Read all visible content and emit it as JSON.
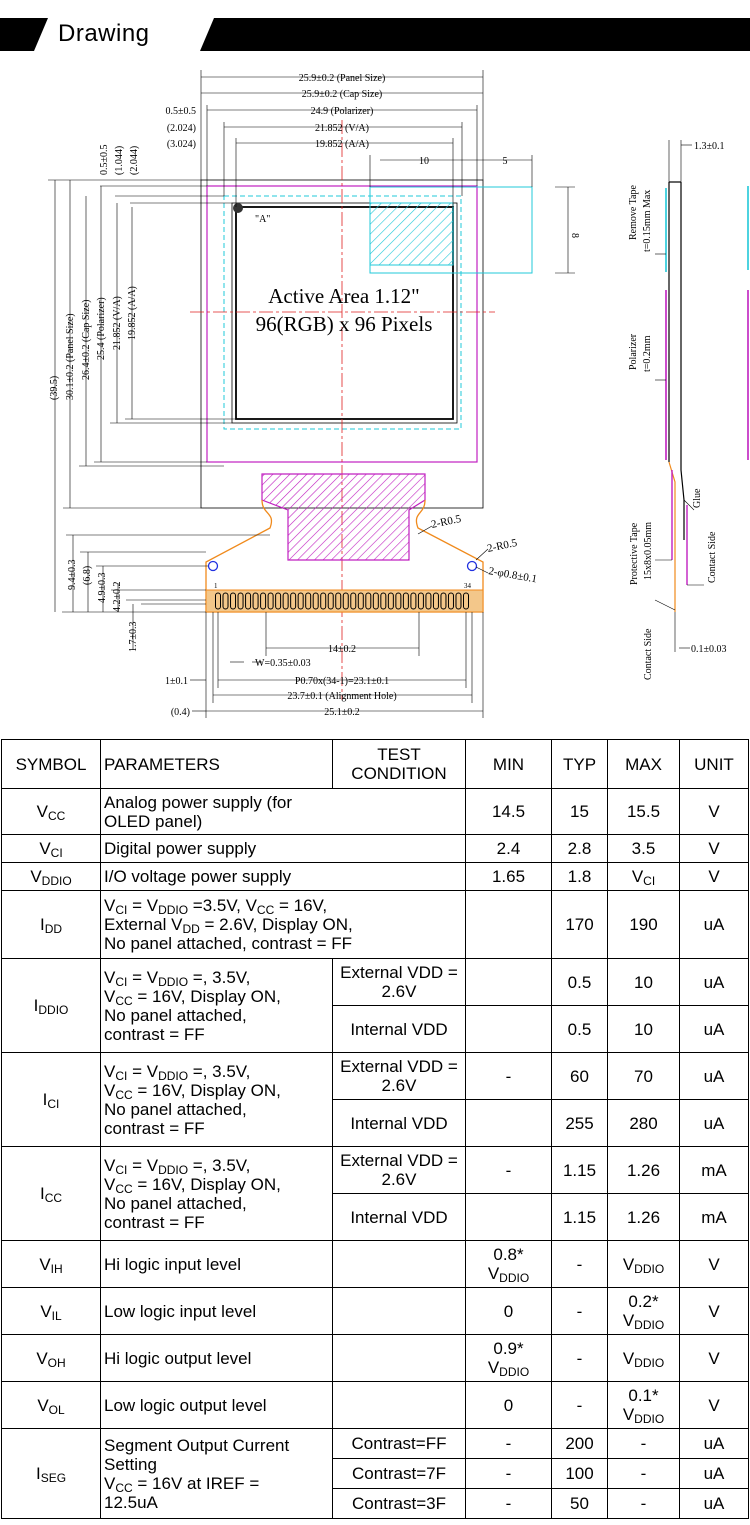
{
  "header": {
    "title": "Drawing"
  },
  "drawing": {
    "active_area_line1": "Active Area 1.12\"",
    "active_area_line2": "96(RGB) x 96 Pixels",
    "top_dims": [
      "25.9±0.2 (Panel Size)",
      "25.9±0.2 (Cap Size)",
      "24.9 (Polarizer)",
      "21.852 (V/A)",
      "19.852 (A/A)"
    ],
    "left_top_labels": [
      "0.5±0.5",
      "(2.024)",
      "(3.024)"
    ],
    "dim_10": "10",
    "dim_5": "5",
    "dim_8": "8",
    "vertical_dims": [
      "(39.5)",
      "30.1±0.2 (Panel Size)",
      "26.4±0.2 (Cap Size)",
      "25.4 (Polarizer)",
      "21.852 (V/A)",
      "19.852 (A/A)"
    ],
    "top_vertical_dims": [
      "0.5±0.5",
      "(1.044)",
      "(2.044)"
    ],
    "point_a": "\"A\"",
    "r05_a": "2-R0.5",
    "r05_b": "2-R0.5",
    "phi": "2-φ0.8±0.1",
    "lower_vertical": [
      "9.4±0.3",
      "(6.8)",
      "4.9±0.3",
      "4.2±0.2",
      "1.7±0.3"
    ],
    "pin_1": "1",
    "pin_34": "34",
    "bottom_dims": [
      "14±0.2",
      "W=0.35±0.03",
      "P0.70x(34-1)=23.1±0.1",
      "23.7±0.1 (Alignment Hole)",
      "25.1±0.2"
    ],
    "bottom_left": [
      "1±0.1",
      "(0.4)"
    ],
    "side_labels": {
      "thickness": "1.3±0.1",
      "remove_tape": "Remove Tape",
      "remove_tape_t": "t=0.15mm Max",
      "polarizer": "Polarizer",
      "polarizer_t": "t=0.2mm",
      "glue": "Glue",
      "protective_tape": "Protective Tape",
      "protective_tape_size": "15x8x0.05mm",
      "contact_side_a": "Contact Side",
      "contact_side_b": "Contact Side",
      "fpc_thickness": "0.1±0.03"
    }
  },
  "table": {
    "headers": [
      "SYMBOL",
      "PARAMETERS",
      "TEST CONDITION",
      "MIN",
      "TYP",
      "MAX",
      "UNIT"
    ],
    "rows": {
      "vcc": {
        "param": "Analog power supply (for OLED panel)",
        "min": "14.5",
        "typ": "15",
        "max": "15.5",
        "unit": "V"
      },
      "vci": {
        "param": "Digital power supply",
        "min": "2.4",
        "typ": "2.8",
        "max": "3.5",
        "unit": "V"
      },
      "vddio": {
        "param": "I/O voltage power supply",
        "min": "1.65",
        "typ": "1.8",
        "unit": "V"
      },
      "idd": {
        "typ": "170",
        "max": "190",
        "unit": "uA"
      },
      "iddio": {
        "cond_a": "External VDD = 2.6V",
        "typ_a": "0.5",
        "max_a": "10",
        "unit_a": "uA",
        "cond_b": "Internal VDD",
        "typ_b": "0.5",
        "max_b": "10",
        "unit_b": "uA"
      },
      "ici": {
        "cond_a": "External VDD = 2.6V",
        "min_a": "-",
        "typ_a": "60",
        "max_a": "70",
        "unit_a": "uA",
        "cond_b": "Internal VDD",
        "typ_b": "255",
        "max_b": "280",
        "unit_b": "uA"
      },
      "icc": {
        "cond_a": "External VDD = 2.6V",
        "min_a": "-",
        "typ_a": "1.15",
        "max_a": "1.26",
        "unit_a": "mA",
        "cond_b": "Internal VDD",
        "typ_b": "1.15",
        "max_b": "1.26",
        "unit_b": "mA"
      },
      "vih": {
        "param": "Hi logic input level",
        "typ": "-",
        "unit": "V"
      },
      "vil": {
        "param": "Low logic input level",
        "min": "0",
        "typ": "-",
        "unit": "V"
      },
      "voh": {
        "param": "Hi logic output level",
        "typ": "-",
        "unit": "V"
      },
      "vol": {
        "param": "Low logic output level",
        "min": "0",
        "typ": "-",
        "unit": "V"
      },
      "iseg": {
        "param_line1": "Segment Output Current Setting",
        "param_line3": "12.5uA",
        "sub": [
          {
            "cond": "Contrast=FF",
            "min": "-",
            "typ": "200",
            "max": "-",
            "unit": "uA"
          },
          {
            "cond": "Contrast=7F",
            "min": "-",
            "typ": "100",
            "max": "-",
            "unit": "uA"
          },
          {
            "cond": "Contrast=3F",
            "min": "-",
            "typ": "50",
            "max": "-",
            "unit": "uA"
          }
        ]
      }
    }
  }
}
